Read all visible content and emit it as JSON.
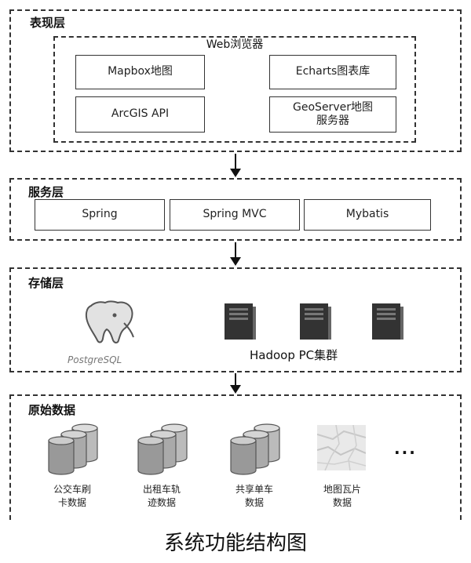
{
  "layers": {
    "presentation": {
      "title": "表现层",
      "browser_title": "Web浏览器",
      "components": [
        "Mapbox地图",
        "Echarts图表库",
        "ArcGIS API",
        "GeoServer地图\n服务器"
      ]
    },
    "service": {
      "title": "服务层",
      "components": [
        "Spring",
        "Spring MVC",
        "Mybatis"
      ]
    },
    "storage": {
      "title": "存储层",
      "postgres_label": "PostgreSQL",
      "hadoop_label": "Hadoop PC集群"
    },
    "raw_data": {
      "title": "原始数据",
      "items": [
        "公交车刷\n卡数据",
        "出租车轨\n迹数据",
        "共享单车\n数据",
        "地图瓦片\n数据"
      ],
      "ellipsis": "..."
    }
  },
  "caption": "系统功能结构图"
}
